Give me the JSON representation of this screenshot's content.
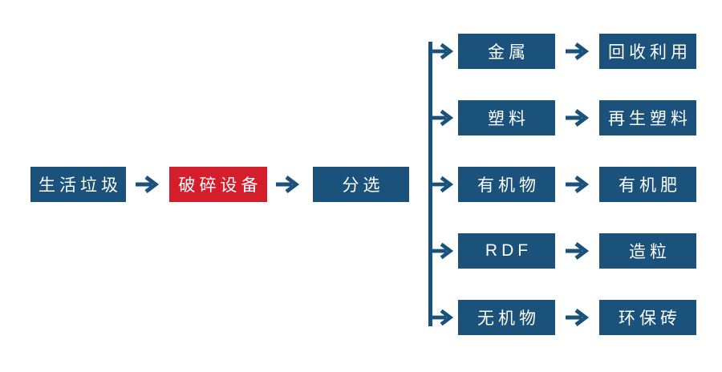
{
  "diagram": {
    "type": "flowchart",
    "topic": "municipal-solid-waste-processing",
    "colors": {
      "primary_blue": "#1A527B",
      "accent_red": "#D51E2C",
      "text_white": "#FFFFFF",
      "background": "#FFFFFF"
    },
    "main_flow": [
      {
        "label": "生活垃圾",
        "variant": "blue"
      },
      {
        "label": "破碎设备",
        "variant": "red"
      },
      {
        "label": "分选",
        "variant": "blue"
      }
    ],
    "branches": [
      {
        "category": "金属",
        "result": "回收利用"
      },
      {
        "category": "塑料",
        "result": "再生塑料"
      },
      {
        "category": "有机物",
        "result": "有机肥"
      },
      {
        "category": "RDF",
        "result": "造粒"
      },
      {
        "category": "无机物",
        "result": "环保砖"
      }
    ]
  }
}
